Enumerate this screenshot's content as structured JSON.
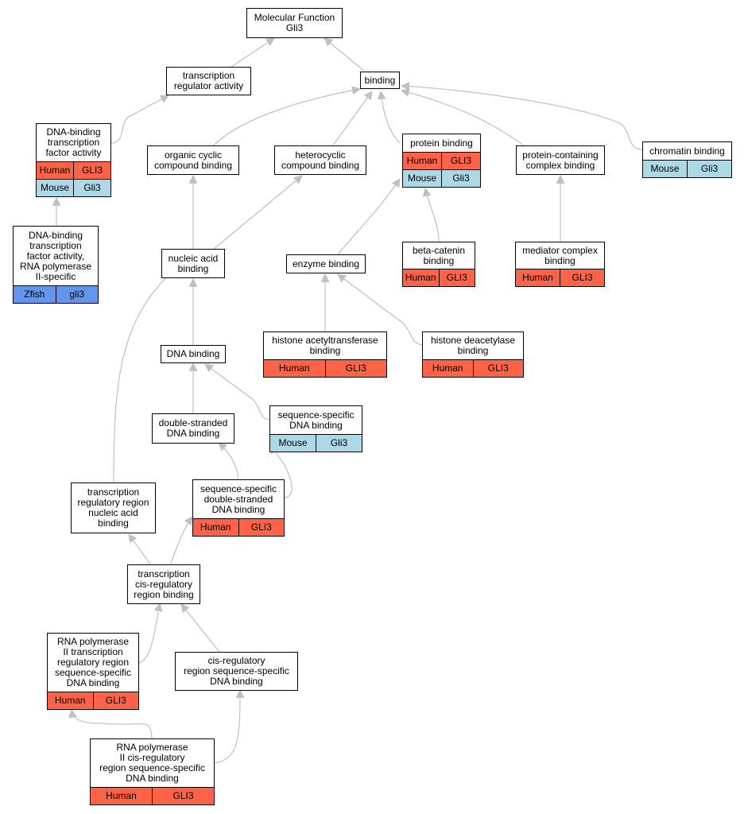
{
  "colors": {
    "human": "#ff6347",
    "mouse": "#add8e6",
    "zfish": "#6495ed",
    "edge": "#c0c0c0"
  },
  "nodes": {
    "root": {
      "label": "Molecular Function\nGli3",
      "rows": []
    },
    "tra": {
      "label": "transcription\nregulator activity",
      "rows": []
    },
    "binding": {
      "label": "binding",
      "rows": []
    },
    "dbtfa": {
      "label": "DNA-binding\ntranscription\nfactor activity",
      "rows": [
        {
          "species": "Human",
          "gene": "GLI3",
          "kind": "human"
        },
        {
          "species": "Mouse",
          "gene": "Gli3",
          "kind": "mouse"
        }
      ]
    },
    "occb": {
      "label": "organic cyclic\ncompound binding",
      "rows": []
    },
    "hcb": {
      "label": "heterocyclic\ncompound binding",
      "rows": []
    },
    "pb": {
      "label": "protein binding",
      "rows": [
        {
          "species": "Human",
          "gene": "GLI3",
          "kind": "human"
        },
        {
          "species": "Mouse",
          "gene": "Gli3",
          "kind": "mouse"
        }
      ]
    },
    "pccb": {
      "label": "protein-containing\ncomplex binding",
      "rows": []
    },
    "chb": {
      "label": "chromatin binding",
      "rows": [
        {
          "species": "Mouse",
          "gene": "Gli3",
          "kind": "mouse"
        }
      ]
    },
    "dbtfa2": {
      "label": "DNA-binding\ntranscription\nfactor activity,\nRNA polymerase\nII-specific",
      "rows": [
        {
          "species": "Zfish",
          "gene": "gli3",
          "kind": "zfish"
        }
      ]
    },
    "nab": {
      "label": "nucleic acid\nbinding",
      "rows": []
    },
    "eb": {
      "label": "enzyme binding",
      "rows": []
    },
    "bcb": {
      "label": "beta-catenin\nbinding",
      "rows": [
        {
          "species": "Human",
          "gene": "GLI3",
          "kind": "human"
        }
      ]
    },
    "mcb": {
      "label": "mediator complex\nbinding",
      "rows": [
        {
          "species": "Human",
          "gene": "GLI3",
          "kind": "human"
        }
      ]
    },
    "hatb": {
      "label": "histone acetyltransferase\nbinding",
      "rows": [
        {
          "species": "Human",
          "gene": "GLI3",
          "kind": "human"
        }
      ]
    },
    "hdb": {
      "label": "histone deacetylase\nbinding",
      "rows": [
        {
          "species": "Human",
          "gene": "GLI3",
          "kind": "human"
        }
      ]
    },
    "dnab": {
      "label": "DNA binding",
      "rows": []
    },
    "ssdb": {
      "label": "sequence-specific\nDNA binding",
      "rows": [
        {
          "species": "Mouse",
          "gene": "Gli3",
          "kind": "mouse"
        }
      ]
    },
    "dsdb": {
      "label": "double-stranded\nDNA binding",
      "rows": []
    },
    "trrnab": {
      "label": "transcription\nregulatory region\nnucleic acid\nbinding",
      "rows": []
    },
    "ssdsdb": {
      "label": "sequence-specific\ndouble-stranded\nDNA binding",
      "rows": [
        {
          "species": "Human",
          "gene": "GLI3",
          "kind": "human"
        }
      ]
    },
    "tcrrb": {
      "label": "transcription\ncis-regulatory\nregion binding",
      "rows": []
    },
    "rnatrr": {
      "label": "RNA polymerase\nII transcription\nregulatory region\nsequence-specific\nDNA binding",
      "rows": [
        {
          "species": "Human",
          "gene": "GLI3",
          "kind": "human"
        }
      ]
    },
    "crssdb": {
      "label": "cis-regulatory\nregion sequence-specific\nDNA binding",
      "rows": []
    },
    "rnacr": {
      "label": "RNA polymerase\nII cis-regulatory\nregion sequence-specific\nDNA binding",
      "rows": [
        {
          "species": "Human",
          "gene": "GLI3",
          "kind": "human"
        }
      ]
    }
  }
}
